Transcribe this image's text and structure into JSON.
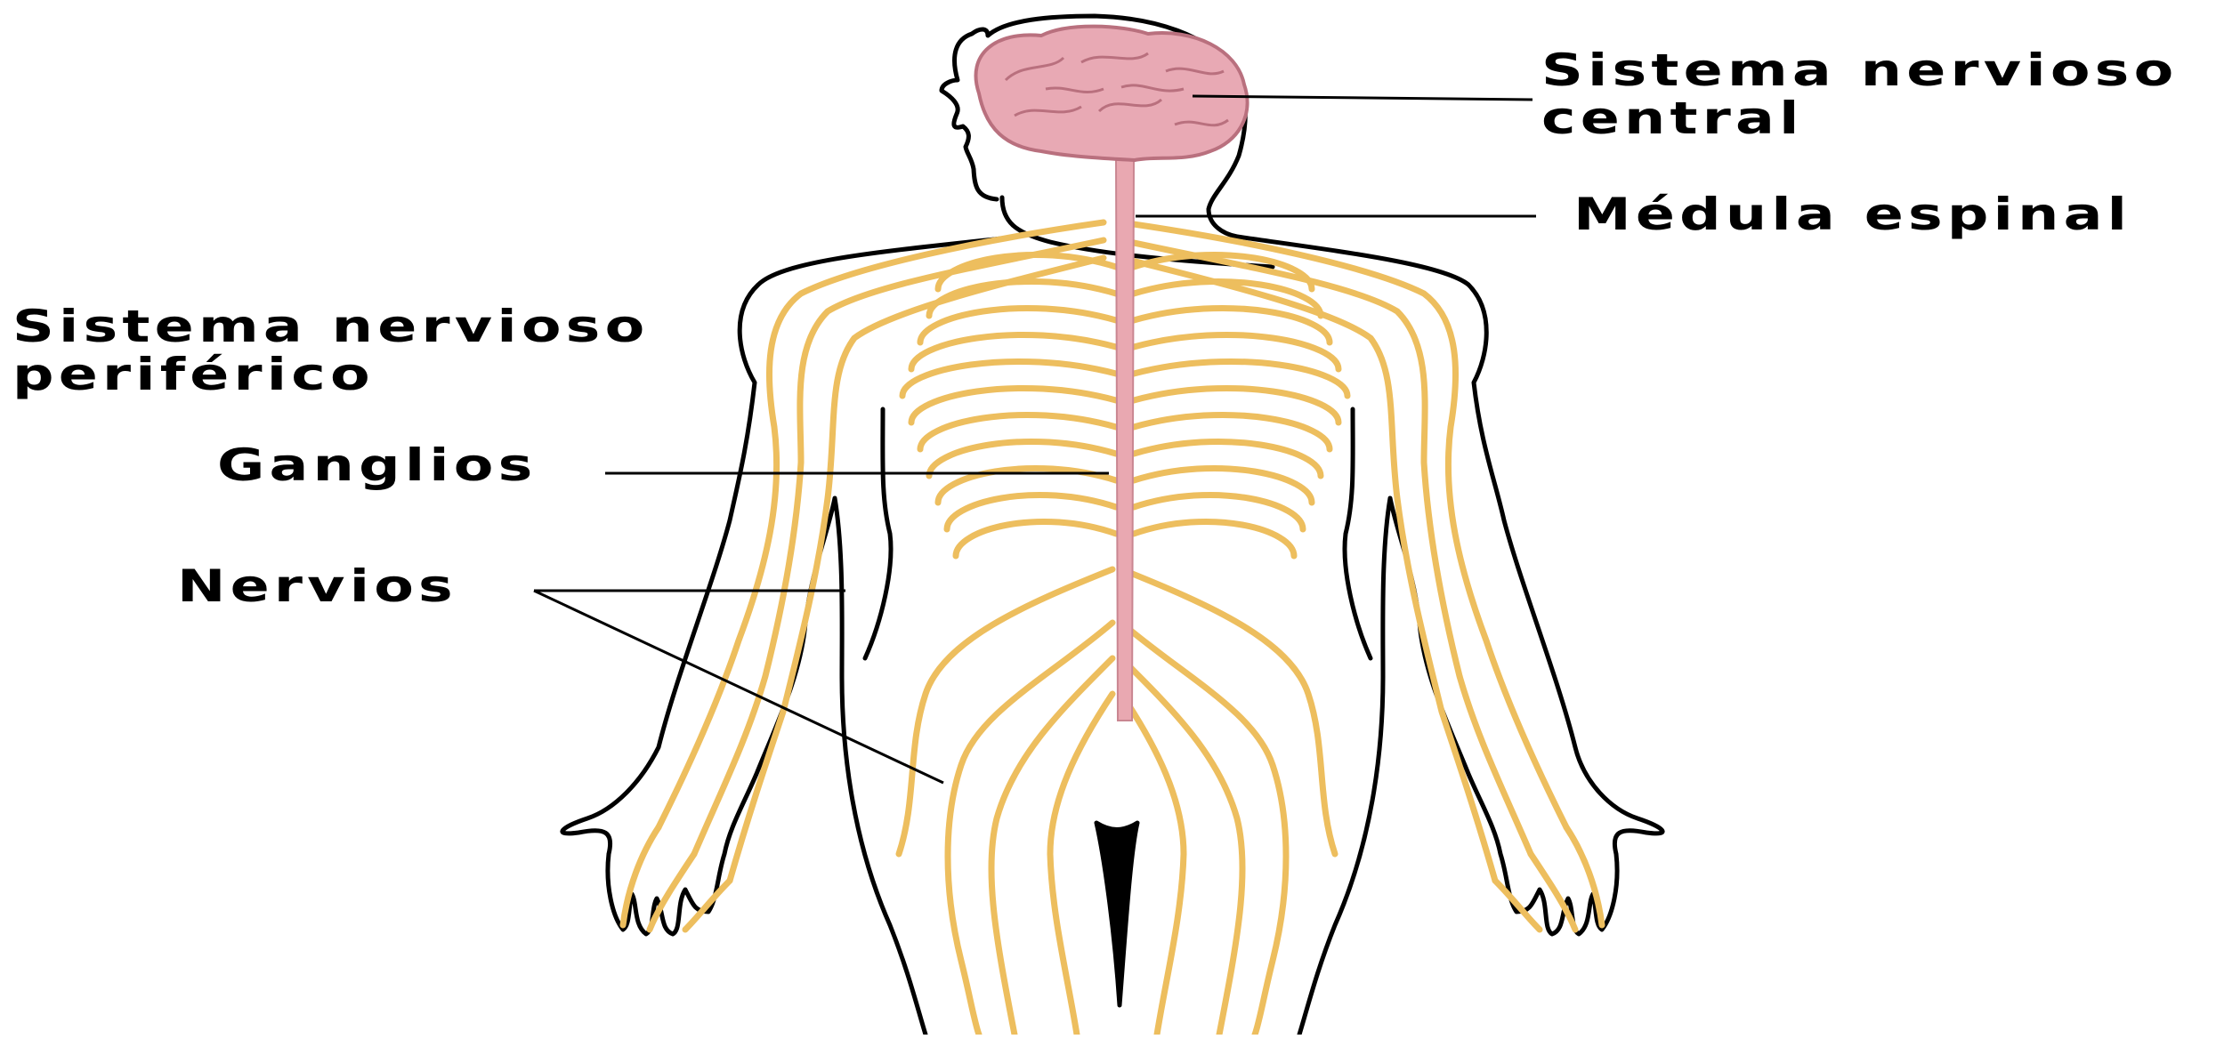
{
  "labels": {
    "cns": {
      "line1": "Sistema nervioso",
      "line2": "central"
    },
    "spinal_cord": "Médula espinal",
    "pns": {
      "line1": "Sistema nervioso",
      "line2": "periférico"
    },
    "ganglia": "Ganglios",
    "nerves": "Nervios"
  },
  "colors": {
    "nerve": "#EDBE5E",
    "brain_fill": "#E8A9B4",
    "brain_stroke": "#B9707E",
    "spinal_cord": "#E9A8B1",
    "outline": "#000000",
    "leader": "#000000"
  }
}
